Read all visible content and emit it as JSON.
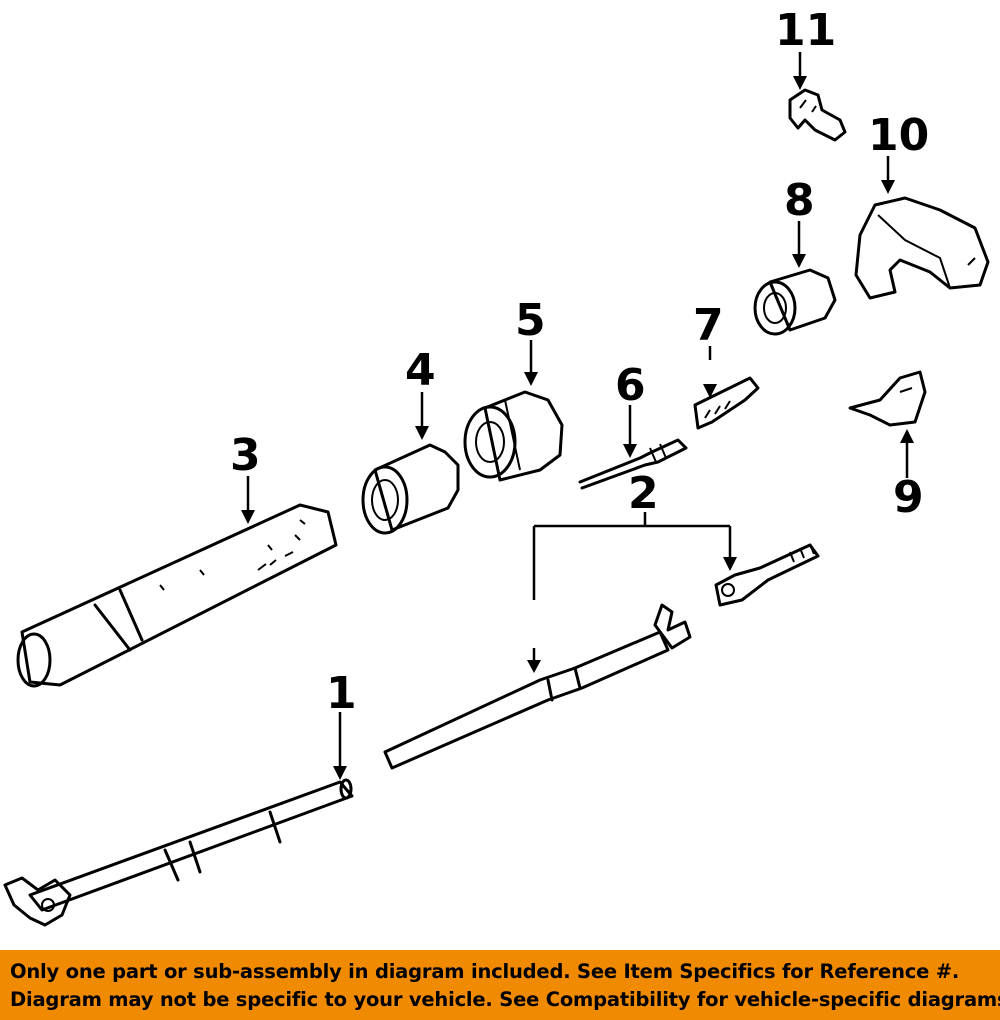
{
  "diagram": {
    "callouts": {
      "c1": "1",
      "c2": "2",
      "c3": "3",
      "c4": "4",
      "c5": "5",
      "c6": "6",
      "c7": "7",
      "c8": "8",
      "c9": "9",
      "c10": "10",
      "c11": "11"
    },
    "parts": [
      {
        "callout": "1",
        "icon": "steering-shaft"
      },
      {
        "callout": "2",
        "icon": "intermediate-shaft-with-joint"
      },
      {
        "callout": "3",
        "icon": "column-jacket-tube"
      },
      {
        "callout": "4",
        "icon": "bearing-housing"
      },
      {
        "callout": "5",
        "icon": "bushing"
      },
      {
        "callout": "6",
        "icon": "actuator-rod"
      },
      {
        "callout": "7",
        "icon": "actuator-rack"
      },
      {
        "callout": "8",
        "icon": "lock-cylinder"
      },
      {
        "callout": "9",
        "icon": "bracket"
      },
      {
        "callout": "10",
        "icon": "housing-cover"
      },
      {
        "callout": "11",
        "icon": "clip-pin"
      }
    ]
  },
  "footer": {
    "line1": "Only one part or sub-assembly in diagram included. See Item Specifics for Reference #.",
    "line2": "Diagram may not be specific to your vehicle. See Compatibility for vehicle-specific diagrams.",
    "background_color": "#f08a00"
  }
}
